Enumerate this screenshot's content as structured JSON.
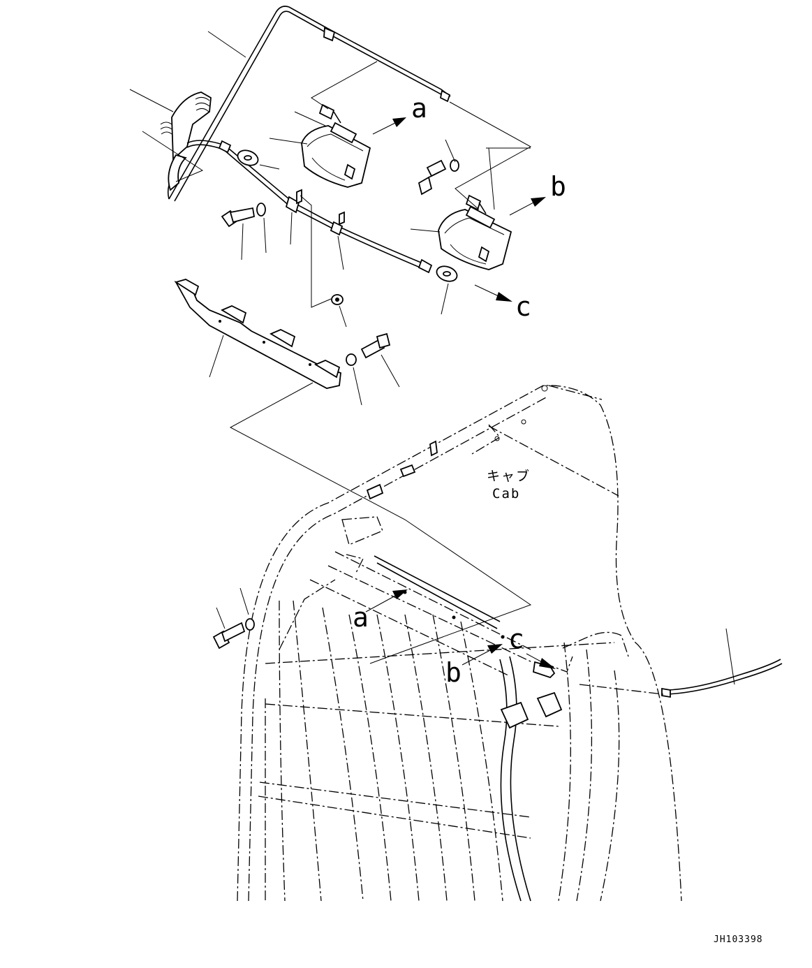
{
  "labels": {
    "a": "a",
    "b": "b",
    "c": "c"
  },
  "cab": {
    "jp": "キャブ",
    "en": "Cab"
  },
  "drawing_code": "JH103398"
}
